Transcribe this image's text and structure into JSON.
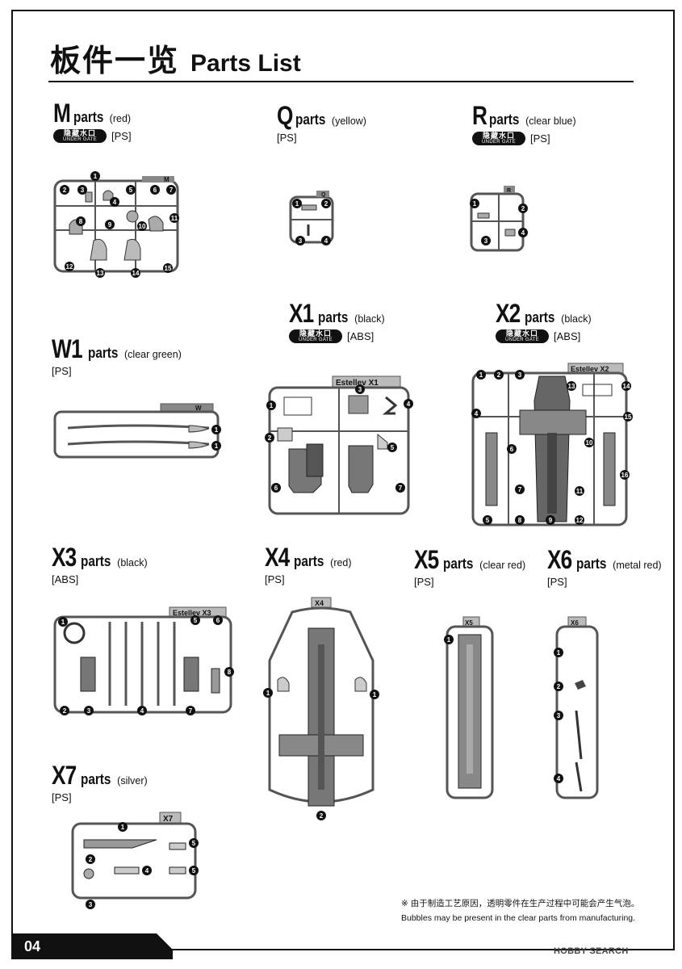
{
  "title": {
    "cn": "板件一览",
    "en": "Parts List"
  },
  "gate_badge": {
    "line1": "隐藏水口",
    "line2": "UNDER GATE"
  },
  "sections": {
    "M": {
      "code": "M",
      "parts": "parts",
      "color": "(red)",
      "material": "[PS]",
      "runner_label": "M"
    },
    "Q": {
      "code": "Q",
      "parts": "parts",
      "color": "(yellow)",
      "material": "[PS]",
      "runner_label": "Q"
    },
    "R": {
      "code": "R",
      "parts": "parts",
      "color": "(clear blue)",
      "material": "[PS]",
      "runner_label": "R"
    },
    "W1": {
      "code": "W1",
      "parts": "parts",
      "color": "(clear green)",
      "material": "[PS]",
      "runner_label": "W"
    },
    "X1": {
      "code": "X1",
      "parts": "parts",
      "color": "(black)",
      "material": "[ABS]",
      "runner_label": "Estellev X1"
    },
    "X2": {
      "code": "X2",
      "parts": "parts",
      "color": "(black)",
      "material": "[ABS]",
      "runner_label": "Estellev X2"
    },
    "X3": {
      "code": "X3",
      "parts": "parts",
      "color": "(black)",
      "material": "[ABS]",
      "runner_label": "Estellev X3"
    },
    "X4": {
      "code": "X4",
      "parts": "parts",
      "color": "(red)",
      "material": "[PS]",
      "runner_label": "X4"
    },
    "X5": {
      "code": "X5",
      "parts": "parts",
      "color": "(clear red)",
      "material": "[PS]",
      "runner_label": "X5"
    },
    "X6": {
      "code": "X6",
      "parts": "parts",
      "color": "(metal red)",
      "material": "[PS]",
      "runner_label": "X6"
    },
    "X7": {
      "code": "X7",
      "parts": "parts",
      "color": "(silver)",
      "material": "[PS]",
      "runner_label": "X7"
    }
  },
  "note": {
    "cn": "※ 由于制造工艺原因，透明零件在生产过程中可能会产生气泡。",
    "en": "Bubbles may be present in the clear parts from manufacturing."
  },
  "page_number": "04",
  "watermark": "HOBBY SEARCH"
}
